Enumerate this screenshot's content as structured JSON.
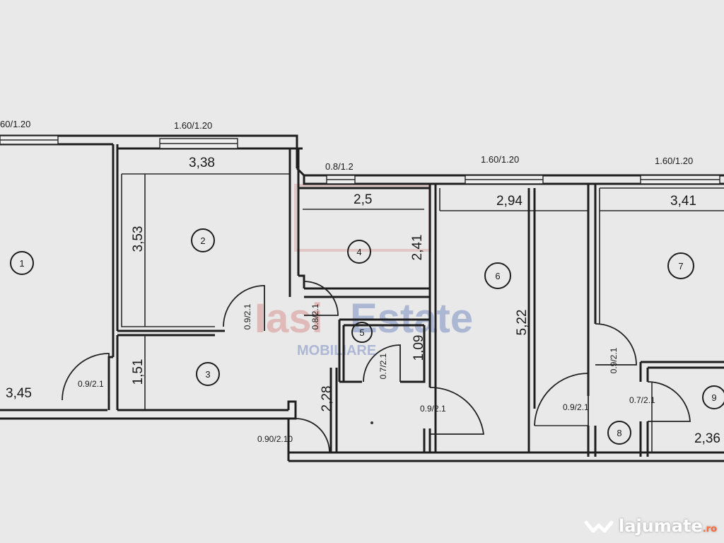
{
  "windows": {
    "w1": "60/1.20",
    "w2": "1.60/1.20",
    "w3": "0.8/1.2",
    "w4": "1.60/1.20",
    "w5": "1.60/1.20"
  },
  "rooms": {
    "r1": "1",
    "r2": "2",
    "r3": "3",
    "r4": "4",
    "r5": "5",
    "r6": "6",
    "r7": "7",
    "r8": "8",
    "r9": "9"
  },
  "dimensions": {
    "d_3_38": "3,38",
    "d_3_53": "3,53",
    "d_2_5": "2,5",
    "d_2_41": "2,41",
    "d_2_94": "2,94",
    "d_5_22": "5,22",
    "d_3_41": "3,41",
    "d_3_45": "3,45",
    "d_1_51": "1,51",
    "d_2_28": "2,28",
    "d_1_09": "1,09",
    "d_2_36": "2,36"
  },
  "doors": {
    "door_r2": "0.9/2.1",
    "door_r4": "0.8/2.1",
    "door_r1": "0.9/2.1",
    "door_r5": "0.7/2.1",
    "door_r6": "0.9/2.1",
    "door_entry": "0.90/2.10",
    "door_r7": "0.9/2.1",
    "door_hall7": "0.9/2.1",
    "door_r9": "0.7/2.1"
  },
  "watermark": {
    "part1": "Iasi",
    "part2": "Estate",
    "part3": "MOBILIARE"
  },
  "logo": {
    "text": "lajumate",
    "tld": ".ro"
  }
}
